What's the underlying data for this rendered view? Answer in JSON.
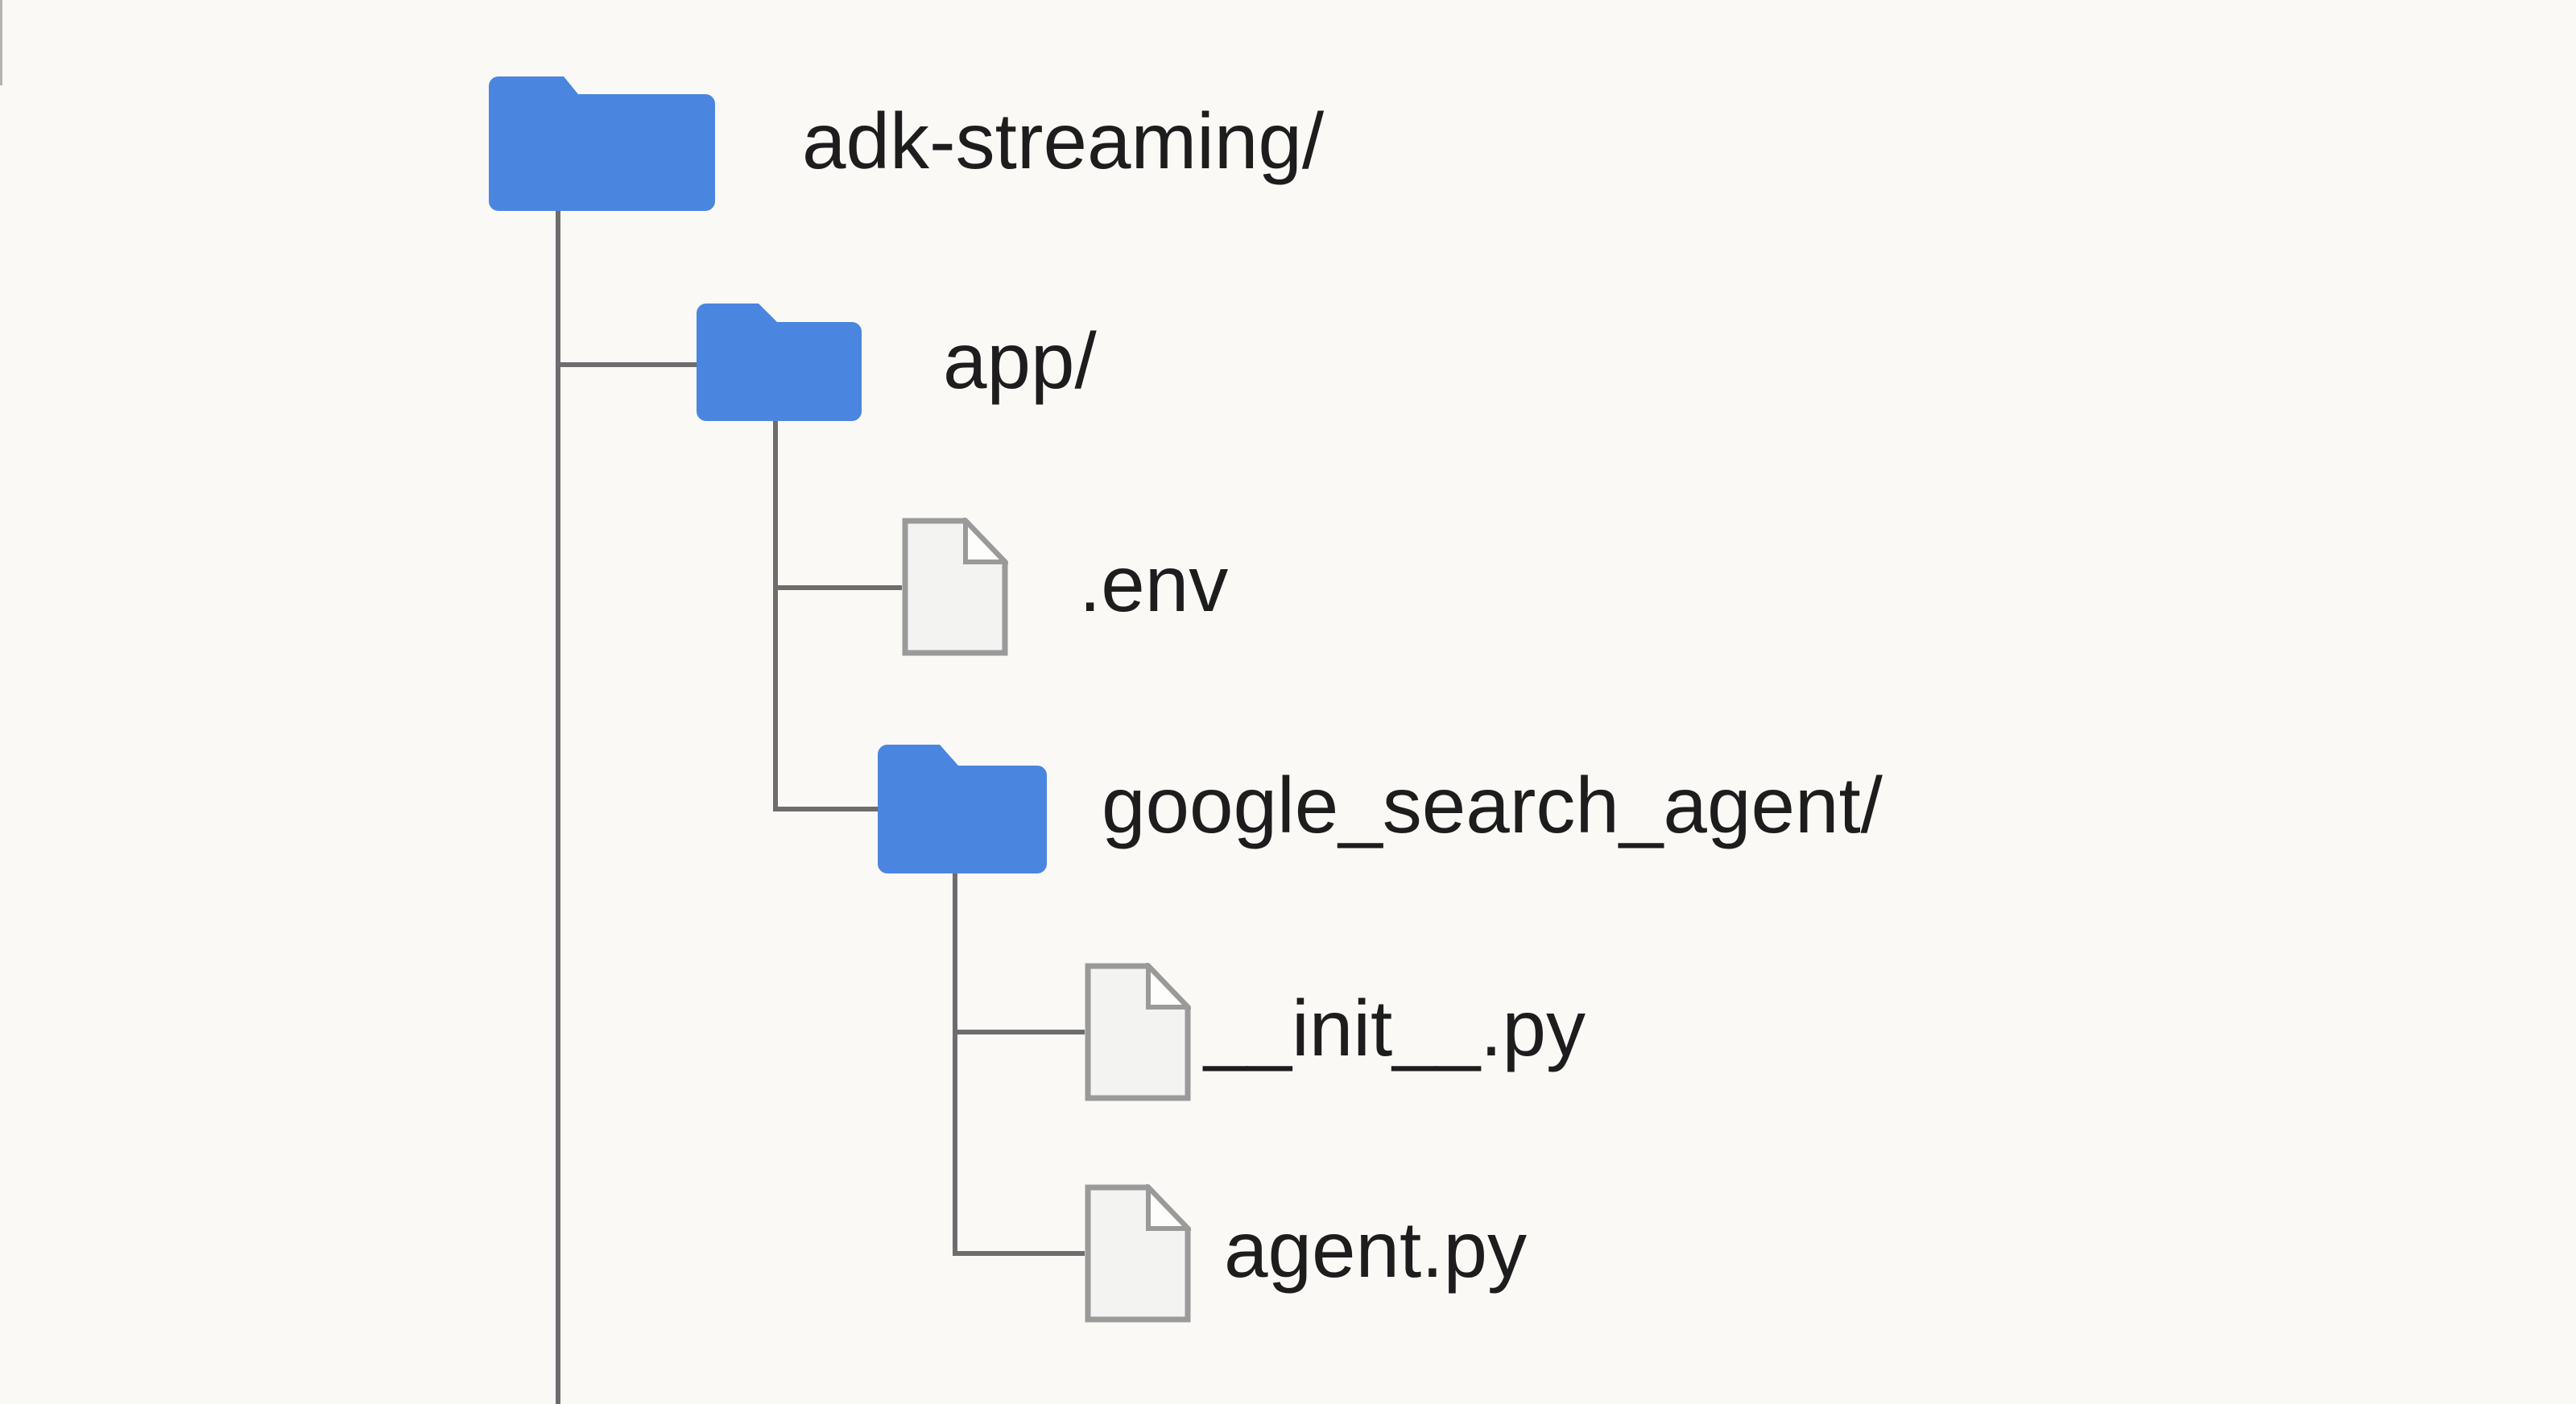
{
  "diagram": {
    "kind": "file-tree",
    "background_color": "#faf9f6",
    "connector_color": "#6d6d6d",
    "folder_color": "#4a86e0",
    "file_fill_color": "#f3f3f1",
    "file_border_color": "#9a9a9a",
    "text_color": "#1d1d1d"
  },
  "tree": {
    "nodes": [
      {
        "label": "adk-streaming/",
        "type": "folder",
        "icon": "folder-icon",
        "depth": 0,
        "parent": null
      },
      {
        "label": "app/",
        "type": "folder",
        "icon": "folder-icon",
        "depth": 1,
        "parent": "adk-streaming/"
      },
      {
        "label": ".env",
        "type": "file",
        "icon": "file-icon",
        "depth": 2,
        "parent": "app/"
      },
      {
        "label": "google_search_agent/",
        "type": "folder",
        "icon": "folder-icon",
        "depth": 2,
        "parent": "app/"
      },
      {
        "label": "__init__.py",
        "type": "file",
        "icon": "file-icon",
        "depth": 3,
        "parent": "google_search_agent/"
      },
      {
        "label": "agent.py",
        "type": "file",
        "icon": "file-icon",
        "depth": 3,
        "parent": "google_search_agent/"
      }
    ]
  }
}
